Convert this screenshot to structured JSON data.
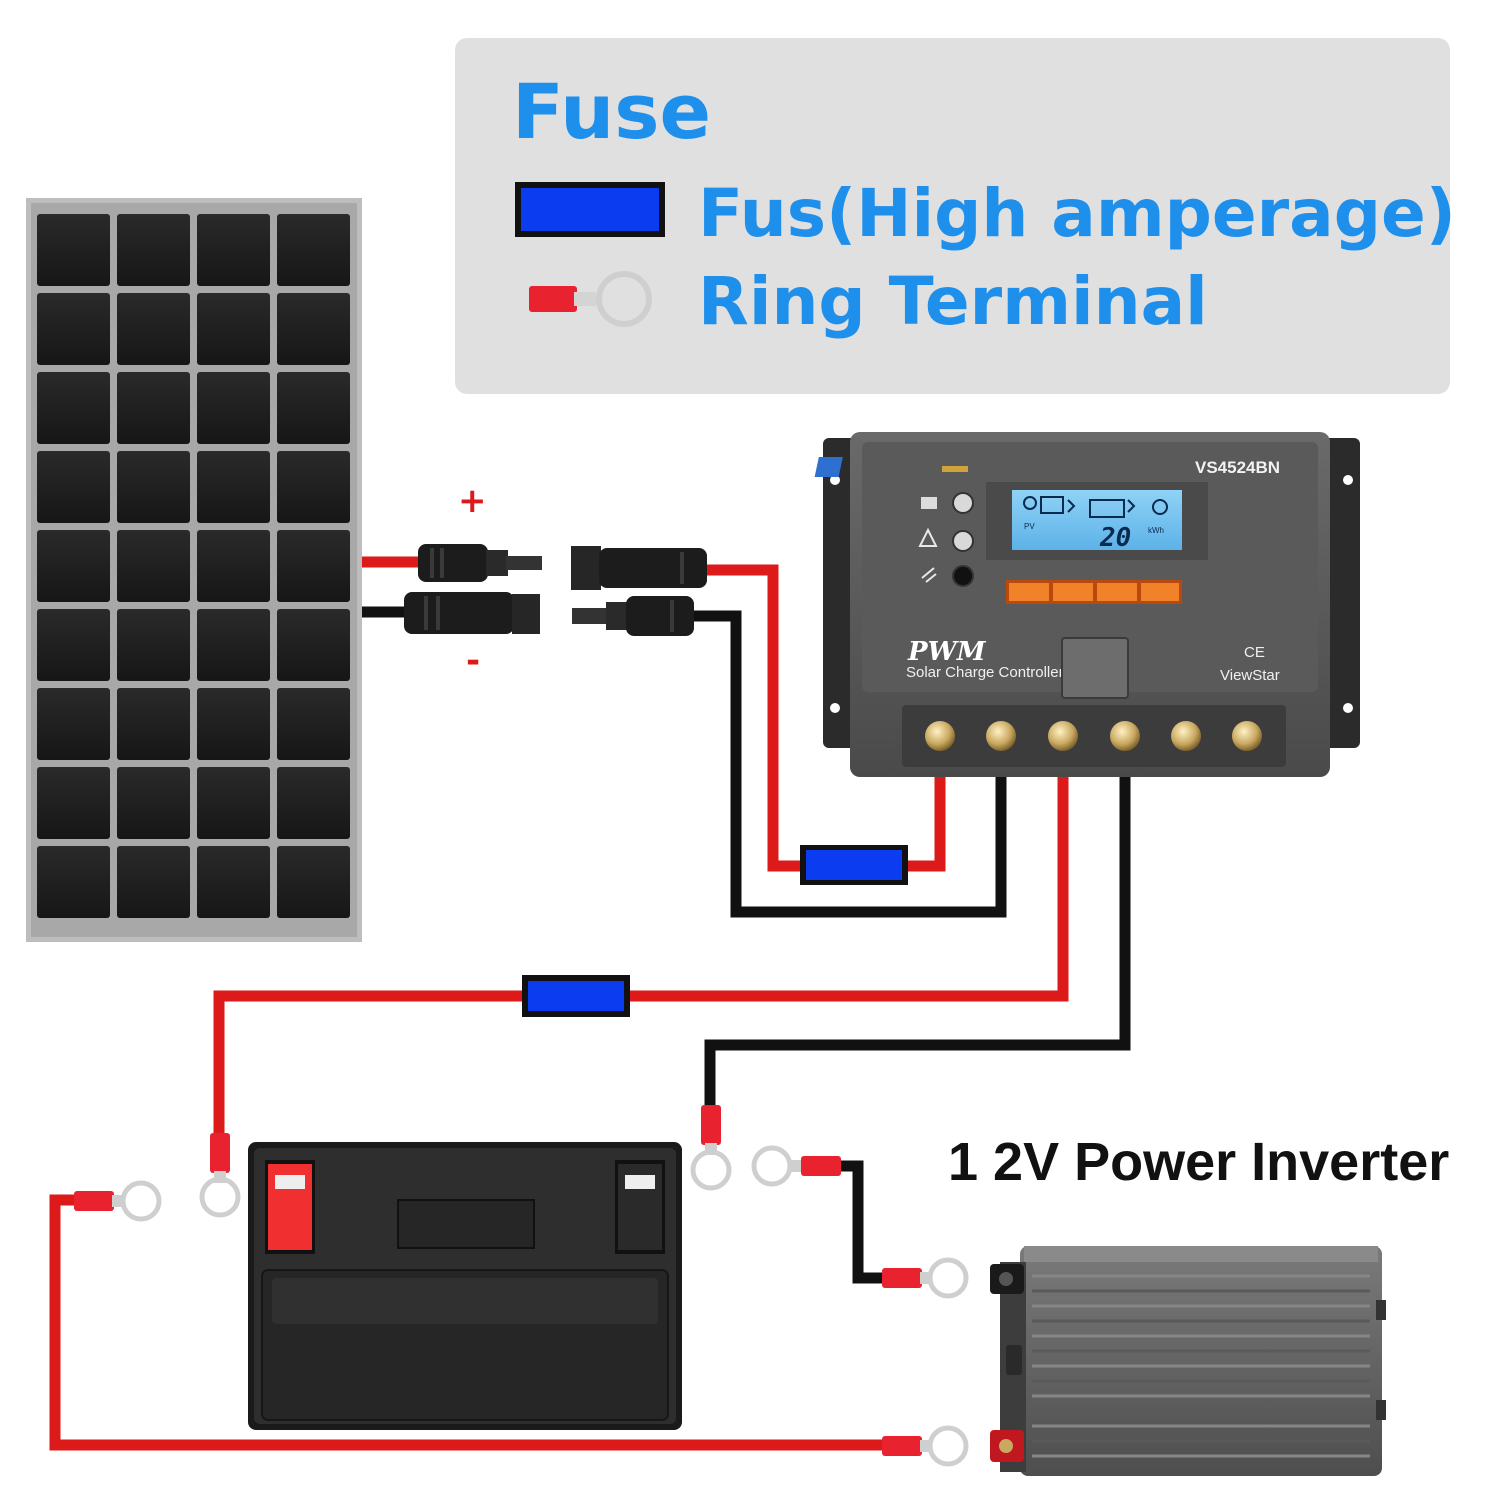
{
  "legend": {
    "title": "Fuse",
    "items": [
      {
        "symbol": "fuse",
        "label": "Fus(High amperage)"
      },
      {
        "symbol": "ring-terminal",
        "label": "Ring Terminal"
      }
    ]
  },
  "polarity": {
    "positive": "+",
    "negative": "-"
  },
  "controller": {
    "model": "VS4524BN",
    "type_label": "PWM",
    "subtitle": "Solar Charge Controller",
    "brand": "ViewStar",
    "cert": "CE",
    "lcd_value": "20",
    "lcd_unit": "kWh",
    "lcd_source": "PV"
  },
  "inverter": {
    "title": "1 2V Power Inverter"
  },
  "colors": {
    "legend_text": "#1e90ec",
    "fuse": "#0b3cf0",
    "positive_wire": "#dd1a1a",
    "negative_wire": "#111111",
    "legend_background": "#e0e0e0"
  }
}
